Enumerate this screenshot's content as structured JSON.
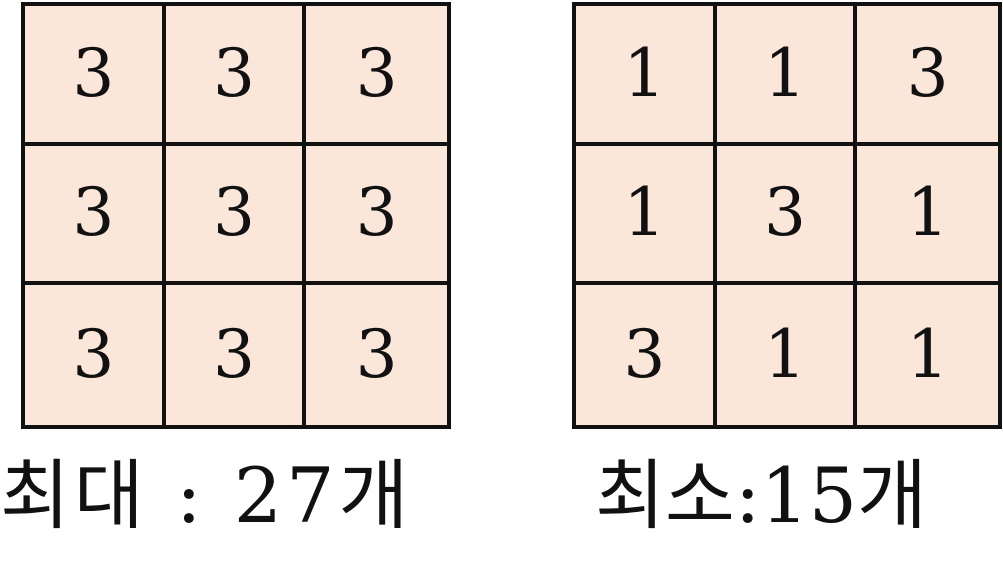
{
  "colors": {
    "cell_fill": "#fbe6da",
    "border": "#111111",
    "text": "#111111",
    "background": "#ffffff"
  },
  "left_grid": {
    "cells": [
      [
        "3",
        "3",
        "3"
      ],
      [
        "3",
        "3",
        "3"
      ],
      [
        "3",
        "3",
        "3"
      ]
    ],
    "caption": "최대 : 27개"
  },
  "right_grid": {
    "cells": [
      [
        "1",
        "1",
        "3"
      ],
      [
        "1",
        "3",
        "1"
      ],
      [
        "3",
        "1",
        "1"
      ]
    ],
    "caption": "최소:15개"
  }
}
